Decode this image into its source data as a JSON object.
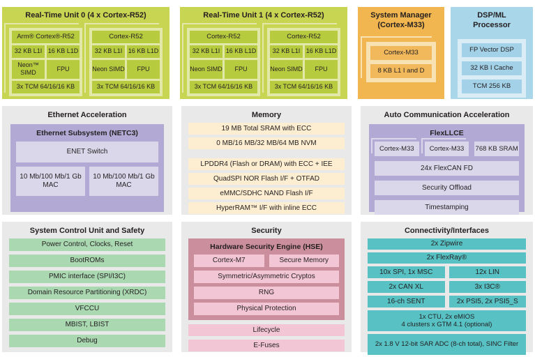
{
  "colors": {
    "rtu_bg": "#c7d552",
    "rtu_block": "#b7cb3e",
    "rtu_card": "#e2e9a8",
    "orange_bg": "#f1b64f",
    "orange_block": "#f1b95c",
    "orange_card": "#f8e2b4",
    "blue_bg": "#a9d6e9",
    "blue_block": "#a2d1e8",
    "blue_card": "#daedf7",
    "panel_bg": "#e9e9e9",
    "purple_container": "#b2aad4",
    "purple_block": "#dbd7eb",
    "memory_block": "#fdeed1",
    "safety_block": "#aad8b1",
    "hse_container": "#cb8e9c",
    "security_block": "#f2c6d4",
    "connectivity_block": "#57c1c3",
    "text": "#231f20"
  },
  "rtu0": {
    "title": "Real-Time Unit 0 (4 x Cortex-R52)",
    "cores": [
      {
        "name": "Arm® Cortex®-R52",
        "l1i": "32 KB L1I",
        "l1d": "16 KB L1D",
        "simd": "Neon™ SIMD",
        "fpu": "FPU",
        "tcm": "3x TCM 64/16/16 KB"
      },
      {
        "name": "Cortex-R52",
        "l1i": "32 KB L1I",
        "l1d": "16 KB L1D",
        "simd": "Neon SIMD",
        "fpu": "FPU",
        "tcm": "3x TCM 64/16/16 KB"
      }
    ]
  },
  "rtu1": {
    "title": "Real-Time Unit 1 (4 x Cortex-R52)",
    "cores": [
      {
        "name": "Cortex-R52",
        "l1i": "32 KB L1I",
        "l1d": "16 KB L1D",
        "simd": "Neon SIMD",
        "fpu": "FPU",
        "tcm": "3x TCM 64/16/16 KB"
      },
      {
        "name": "Cortex-R52",
        "l1i": "32 KB L1I",
        "l1d": "16 KB L1D",
        "simd": "Neon SIMD",
        "fpu": "FPU",
        "tcm": "3x TCM 64/16/16 KB"
      }
    ]
  },
  "system_manager": {
    "title": "System Manager (Cortex-M33)",
    "items": [
      "Cortex-M33",
      "8 KB L1 I and D"
    ]
  },
  "dsp_ml": {
    "title": "DSP/ML Processor",
    "items": [
      "FP Vector DSP",
      "32 KB I Cache",
      "TCM 256 KB"
    ]
  },
  "ethernet": {
    "title": "Ethernet Acceleration",
    "subsystem": "Ethernet Subsystem (NETC3)",
    "switch": "ENET Switch",
    "macs": [
      "10 Mb/100 Mb/1 Gb MAC",
      "10 Mb/100 Mb/1 Gb MAC"
    ]
  },
  "memory": {
    "title": "Memory",
    "group1": [
      "19 MB Total SRAM with ECC",
      "0 MB/16 MB/32 MB/64 MB NVM"
    ],
    "group2": [
      "LPDDR4 (Flash or DRAM) with ECC + IEE",
      "QuadSPI NOR Flash I/F + OTFAD",
      "eMMC/SDHC NAND Flash I/F",
      "HyperRAM™ I/F with inline ECC"
    ]
  },
  "auto_comm": {
    "title": "Auto Communication Acceleration",
    "subsystem": "FlexLLCE",
    "cores": [
      "Cortex-M33",
      "Cortex-M33"
    ],
    "sram": "768 KB SRAM",
    "rows": [
      "24x FlexCAN FD",
      "Security Offload",
      "Timestamping"
    ]
  },
  "scu": {
    "title": "System Control Unit and Safety",
    "rows": [
      "Power Control, Clocks, Reset",
      "BootROMs",
      "PMIC interface (SPI/I3C)",
      "Domain Resource Partitioning (XRDC)",
      "VFCCU",
      "MBIST, LBIST",
      "Debug"
    ]
  },
  "security": {
    "title": "Security",
    "hse_title": "Hardware Security Engine (HSE)",
    "hse_pair": [
      "Cortex-M7",
      "Secure Memory"
    ],
    "hse_rows": [
      "Symmetric/Asymmetric Cryptos",
      "RNG",
      "Physical Protection"
    ],
    "outer_rows": [
      "Lifecycle",
      "E-Fuses"
    ]
  },
  "connectivity": {
    "title": "Connectivity/Interfaces",
    "full_rows": [
      "2x Zipwire",
      "2x FlexRay®"
    ],
    "pair_rows": [
      [
        "10x SPI, 1x MSC",
        "12x LIN"
      ],
      [
        "2x CAN XL",
        "3x I3C®"
      ],
      [
        "16-ch SENT",
        "2x PSI5, 2x PSI5_S"
      ]
    ],
    "timer_row": "1x CTU, 2x eMIOS\n4 clusters x GTM 4.1 (optional)",
    "adc_row": "2x 1.8 V 12-bit SAR ADC (8-ch total), SINC Filter"
  }
}
